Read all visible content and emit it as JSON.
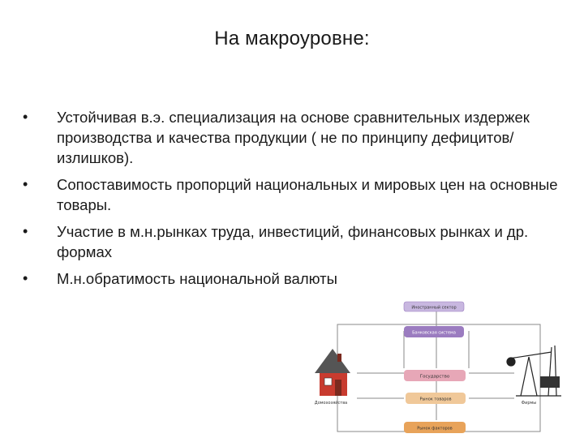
{
  "slide": {
    "title": "На макроуровне:"
  },
  "bullets": [
    {
      "text": "Устойчивая в.э. специализация на основе  сравнительных издержек производства и качества продукции ( не по принципу дефицитов/излишков)."
    },
    {
      "text": "Сопоставимость пропорций национальных и мировых цен на основные товары."
    },
    {
      "text": "Участие в м.н.рынках труда, инвестиций, финансовых рынках и др. формах"
    },
    {
      "text": "М.н.обратимость национальной валюты"
    }
  ],
  "diagram": {
    "box_foreign": "Иностранный сектор",
    "box_government": "Государство",
    "box_banks": "Банковская система",
    "box_goods_market": "Рынок товаров",
    "box_factor_market": "Рынок факторов",
    "label_households": "Домохозяйства",
    "label_firms": "Фирмы",
    "colors": {
      "purple": "#9b7cc0",
      "lavender": "#c8b7e0",
      "pink": "#e7a7b7",
      "peach": "#f0c899",
      "orange": "#e8a35a",
      "house_red": "#c83b2f",
      "roof": "#555555"
    }
  }
}
